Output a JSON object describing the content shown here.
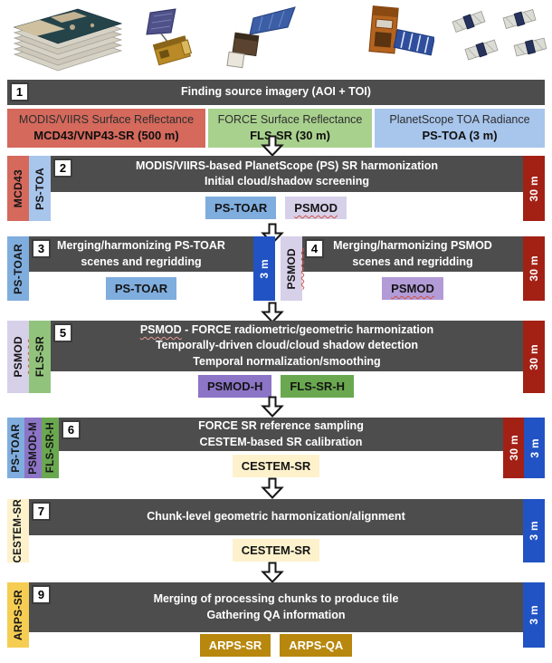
{
  "figure": {
    "kind": "satellite-imagery-processing-pipeline-flowchart"
  },
  "icons": {
    "stack": "imagery-stack",
    "sat1": "modis-terra-satellite",
    "sat2": "landsat-satellite",
    "sat3": "viirs-suomi-npp-satellite",
    "sat4": "planetscope-dove-flock"
  },
  "colors": {
    "bar_dark": "#4d4d4d",
    "modis_red": "#d4695c",
    "force_green": "#a9d18e",
    "planet_blue": "#a8c5ec",
    "ps_toar_blue": "#7fadde",
    "psmod_lavender": "#d7d0e9",
    "psmod_purple": "#b29bd6",
    "psmod_h_purple": "#8c74c6",
    "fls_sr_green": "#92c37c",
    "fls_sr_h_green": "#6aa84f",
    "res_30m_red": "#a32015",
    "res_3m_blue": "#2153c4",
    "cestem_cream": "#fdf2cc",
    "arps_gold": "#f6cd53",
    "arps_dark_gold": "#b8870e"
  },
  "step1": {
    "number": "1",
    "title": "Finding source imagery (AOI + TOI)"
  },
  "sources": [
    {
      "line1": "MODIS/VIIRS Surface Reflectance",
      "line2": "MCD43/VNP43-SR (500 m)"
    },
    {
      "line1": "FORCE Surface Reflectance",
      "line2": "FLS-SR (30 m)"
    },
    {
      "line1": "PlanetScope TOA Radiance",
      "line2": "PS-TOA (3 m)"
    }
  ],
  "step2": {
    "number": "2",
    "line1": "MODIS/VIIRS-based PlanetScope (PS) SR harmonization",
    "line2": "Initial cloud/shadow screening",
    "tabs": [
      "MCD43",
      "PS-TOA"
    ],
    "outputs": [
      "PS-TOAR",
      "PSMOD"
    ],
    "resolution": "30 m"
  },
  "step3": {
    "number": "3",
    "line1": "Merging/harmonizing PS-TOAR",
    "line2": "scenes and regridding",
    "tab": "PS-TOAR",
    "output": "PS-TOAR",
    "resolution": "3 m"
  },
  "step4": {
    "number": "4",
    "line1": "Merging/harmonizing PSMOD",
    "line2": "scenes and regridding",
    "tab": "PSMOD",
    "output": "PSMOD",
    "resolution": "30 m"
  },
  "step5": {
    "number": "5",
    "line1_term": "PSMOD",
    "line1_rest": " - FORCE radiometric/geometric harmonization",
    "line2": "Temporally-driven cloud/cloud shadow detection",
    "line3": "Temporal normalization/smoothing",
    "tabs": [
      "PSMOD",
      "FLS-SR"
    ],
    "outputs": [
      "PSMOD-H",
      "FLS-SR-H"
    ],
    "resolution": "30 m"
  },
  "step6": {
    "number": "6",
    "line1": "FORCE SR reference sampling",
    "line2": "CESTEM-based SR calibration",
    "tabs": [
      "PS-TOAR",
      "PSMOD-M",
      "FLS-SR-H"
    ],
    "output": "CESTEM-SR",
    "resolutions": [
      "30 m",
      "3 m"
    ]
  },
  "step7": {
    "number": "7",
    "line1": "Chunk-level geometric harmonization/alignment",
    "tab": "CESTEM-SR",
    "output": "CESTEM-SR",
    "resolution": "3 m"
  },
  "step9": {
    "number": "9",
    "line1": "Merging of processing chunks to produce tile",
    "line2": "Gathering QA information",
    "tab": "ARPS-SR",
    "outputs": [
      "ARPS-SR",
      "ARPS-QA"
    ],
    "resolution": "3 m"
  }
}
